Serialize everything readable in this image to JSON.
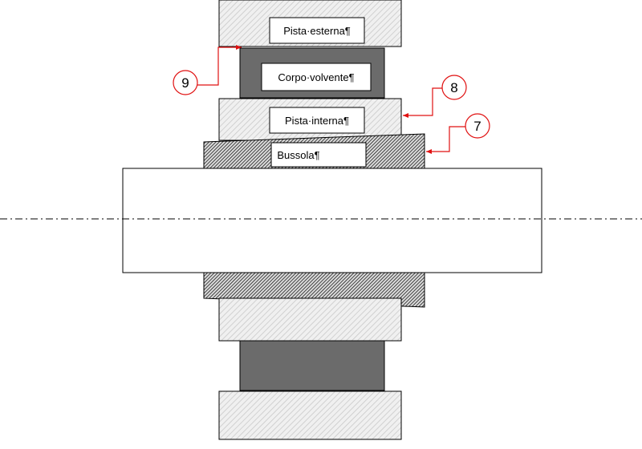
{
  "diagram": {
    "labels": {
      "outer_race": "Pista·esterna¶",
      "rolling_element": "Corpo·volvente¶",
      "inner_race": "Pista·interna¶",
      "sleeve": "Bussola¶"
    },
    "callouts": [
      {
        "id": "callout-9",
        "number": "9"
      },
      {
        "id": "callout-8",
        "number": "8"
      },
      {
        "id": "callout-7",
        "number": "7"
      }
    ],
    "colors": {
      "outline": "#000000",
      "light_hatch_fill": "#ebebeb",
      "dark_fill": "#6b6b6b",
      "sleeve_fill": "#8a8a8a",
      "callout_red": "#e01010"
    }
  }
}
